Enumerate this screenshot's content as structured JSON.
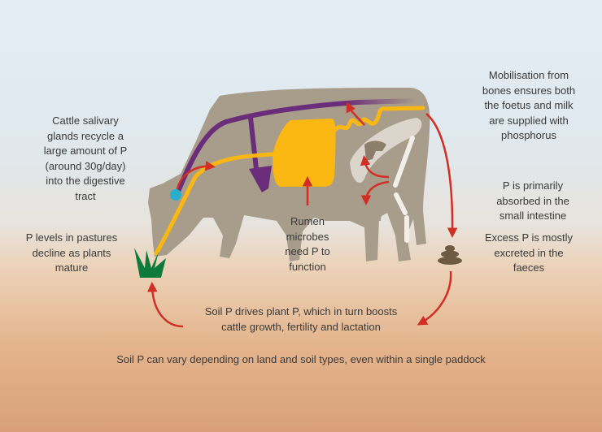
{
  "title": "Phosphorus cycle in cattle",
  "labels": {
    "salivary": [
      "Cattle salivary",
      "glands recycle a",
      "large amount of P",
      "(around 30g/day)",
      "into the digestive",
      "tract"
    ],
    "mobilisation": [
      "Mobilisation from",
      "bones ensures both",
      "the foetus and milk",
      "are supplied with",
      "phosphorus"
    ],
    "absorbed": [
      "P is primarily",
      "absorbed in the",
      "small intestine"
    ],
    "excess": [
      "Excess P is mostly",
      "excreted in the",
      "faeces"
    ],
    "pastures": [
      "P levels in pastures",
      "decline as plants",
      "mature"
    ],
    "rumen": [
      "Rumen",
      "microbes",
      "need P to",
      "function"
    ],
    "soil_drives": [
      "Soil P drives plant P, which in turn boosts",
      "cattle growth, fertility and lactation"
    ],
    "soil_vary": [
      "Soil P can vary depending on land and soil types, even within a single paddock"
    ]
  },
  "colors": {
    "cow": "#a89c8b",
    "digestive": "#fbb813",
    "blood": "#6a2d7a",
    "arrow": "#d22e24",
    "saliva_gland": "#28aecb",
    "grass": "#0e7a3c",
    "faeces": "#6e5a42"
  }
}
